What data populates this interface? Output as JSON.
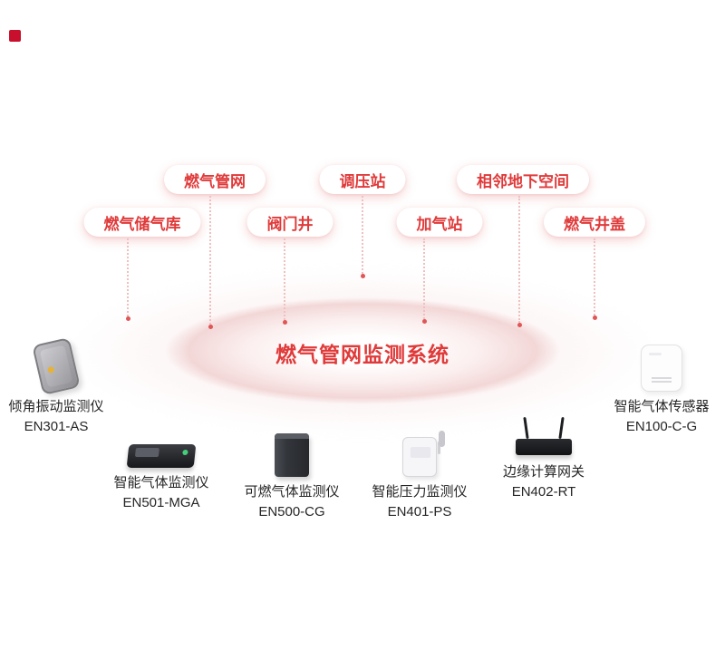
{
  "title": "燃气管网监测系统",
  "scene_labels": [
    {
      "label": "燃气管网"
    },
    {
      "label": "调压站"
    },
    {
      "label": "相邻地下空间"
    },
    {
      "label": "燃气储气库"
    },
    {
      "label": "阀门井"
    },
    {
      "label": "加气站"
    },
    {
      "label": "燃气井盖"
    }
  ],
  "devices": [
    {
      "name": "倾角振动监测仪",
      "model": "EN301-AS",
      "icon": "tilt-vibration-monitor-icon"
    },
    {
      "name": "智能气体监测仪",
      "model": "EN501-MGA",
      "icon": "smart-gas-monitor-icon"
    },
    {
      "name": "可燃气体监测仪",
      "model": "EN500-CG",
      "icon": "combustible-gas-monitor-icon"
    },
    {
      "name": "智能压力监测仪",
      "model": "EN401-PS",
      "icon": "smart-pressure-monitor-icon"
    },
    {
      "name": "边缘计算网关",
      "model": "EN402-RT",
      "icon": "edge-computing-gateway-icon"
    },
    {
      "name": "智能气体传感器",
      "model": "EN100-C-G",
      "icon": "smart-gas-sensor-icon"
    }
  ],
  "colors": {
    "accent_red": "#e03a3a",
    "connector_dot": "#e05555",
    "connector_line": "#efc0c0",
    "label_text": "#262626",
    "logo_red": "#c8102e",
    "ellipse_pink": "#f3d7d7"
  }
}
